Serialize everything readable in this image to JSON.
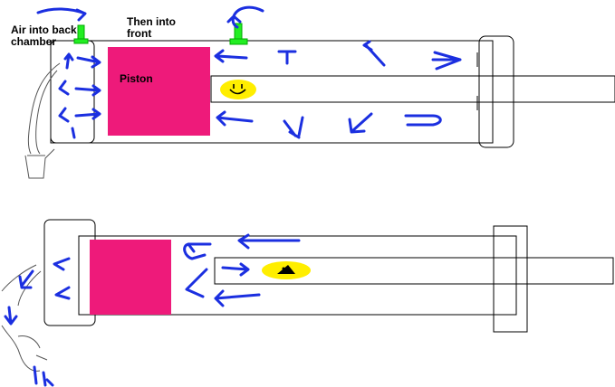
{
  "labels": {
    "air_back_line1": "Air into back",
    "air_back_line2": "chamber",
    "then_front_line1": "Then into",
    "then_front_line2": "front",
    "piston": "Piston"
  },
  "colors": {
    "arrow": "#1b2fe0",
    "piston": "#ee1a7a",
    "valve": "#22ee22",
    "face": "#ffee00",
    "outline": "#000000"
  },
  "icons": [
    "smiley-face-icon",
    "worried-face-icon",
    "hand-pump-icon",
    "valve-icon",
    "flow-arrow-icon"
  ]
}
